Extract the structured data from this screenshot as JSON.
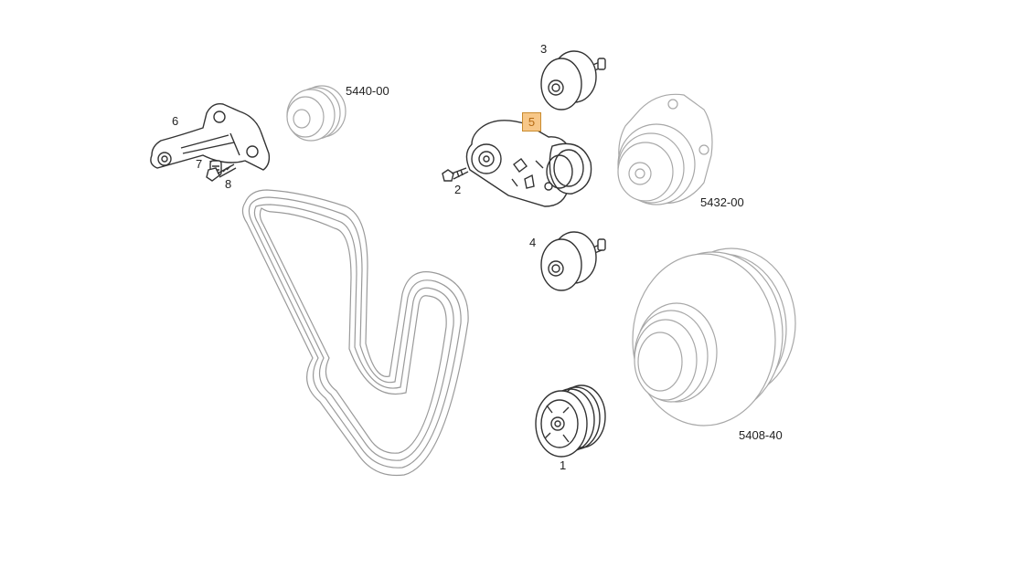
{
  "labels": {
    "part_1": "1",
    "part_2": "2",
    "part_3": "3",
    "part_4": "4",
    "part_5": "5",
    "part_6": "6",
    "part_7": "7",
    "part_8": "8",
    "ref_5440": "5440-00",
    "ref_5432": "5432-00",
    "ref_5408": "5408-40"
  },
  "highlight": {
    "part": "5",
    "fill": "#f7c788",
    "border": "#c98b2e",
    "text_color": "#b56a12"
  },
  "colors": {
    "line_light": "#9a9a9a",
    "line_dark": "#333333",
    "text": "#222222"
  }
}
